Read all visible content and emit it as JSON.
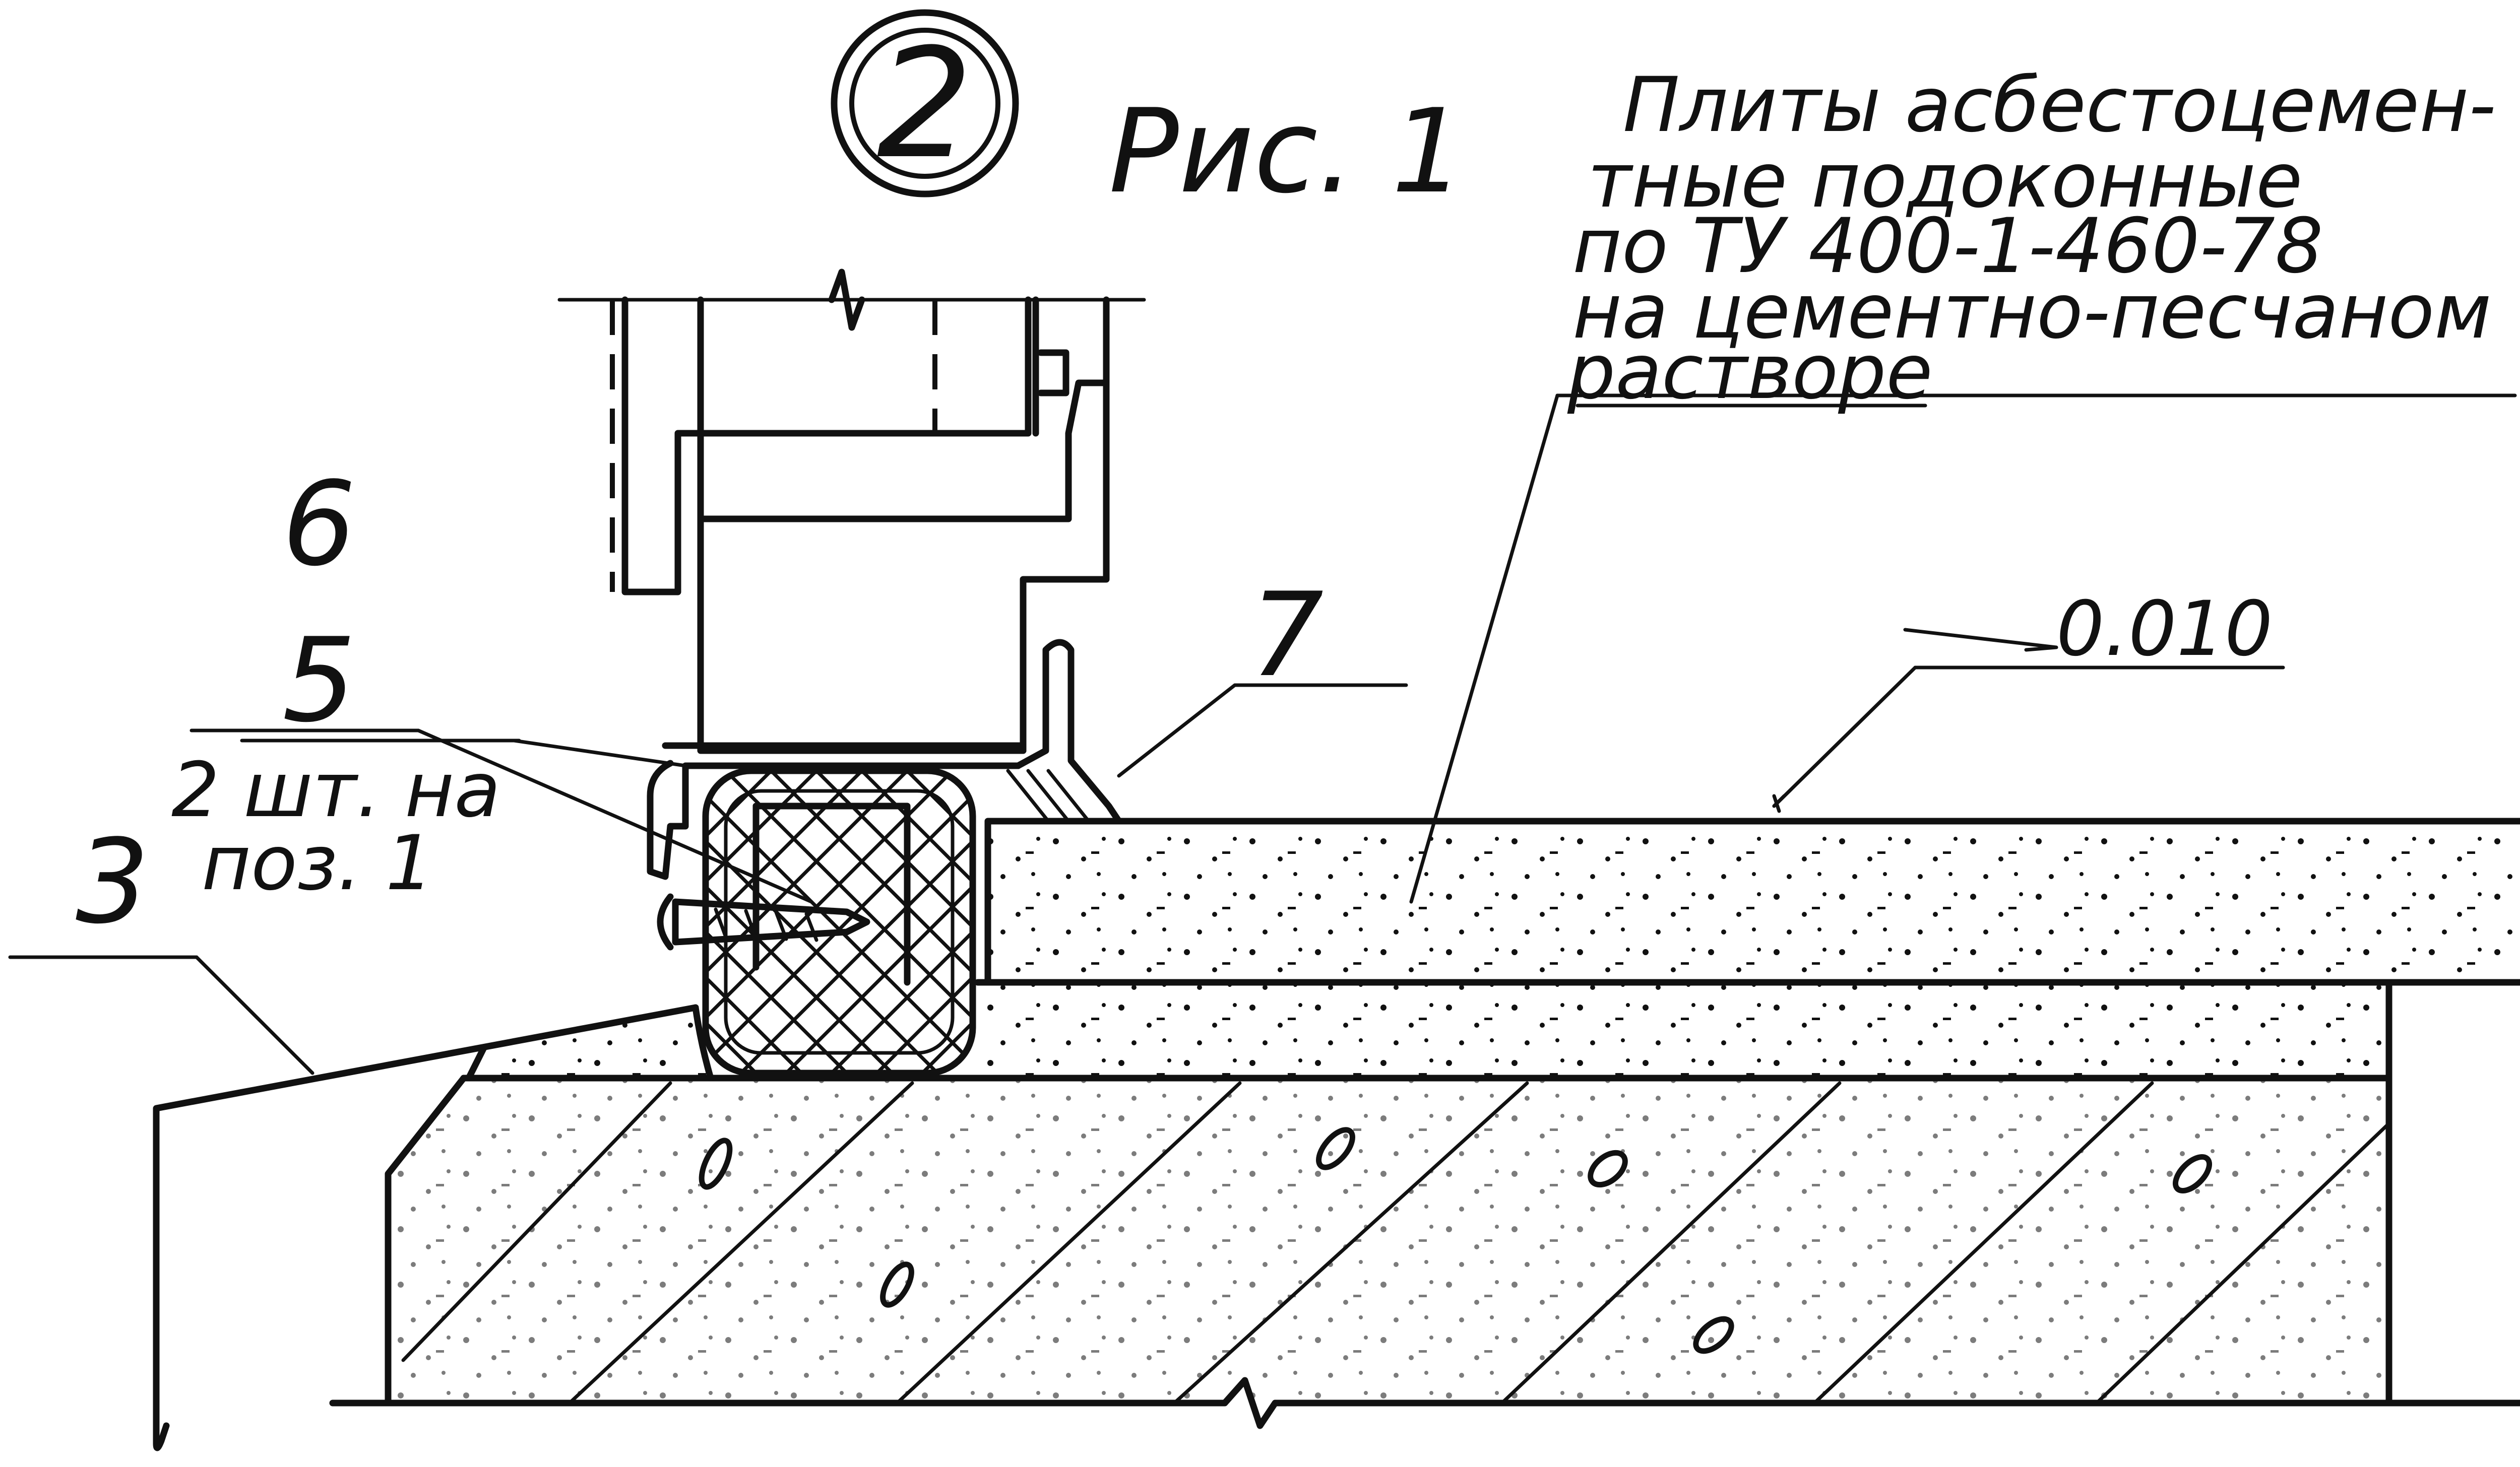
{
  "figure": {
    "circle_number": "2",
    "caption": "Рис. 1"
  },
  "note": {
    "lines": [
      "Плиты асбестоцемен-",
      "тные подоконные",
      "по ТУ 400-1-460-78",
      "на цементно-песчаном",
      "растворе"
    ]
  },
  "labels": {
    "l3": "3",
    "l5": "5",
    "l5_note_line1": "2 шт. на",
    "l5_note_line2": "поз. 1",
    "l6": "6",
    "l7": "7",
    "slope": "0.010"
  }
}
